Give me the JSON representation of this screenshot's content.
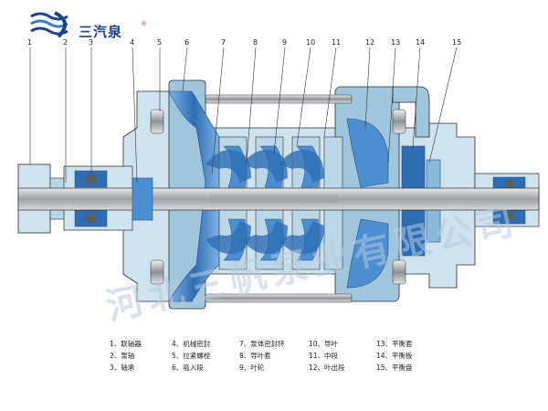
{
  "brand": {
    "name": "三汽泉",
    "registered_mark": "®"
  },
  "callouts": [
    "1",
    "2",
    "3",
    "4",
    "5",
    "6",
    "7",
    "8",
    "9",
    "10",
    "11",
    "12",
    "13",
    "14",
    "15"
  ],
  "legend": [
    {
      "label": "1、联轴器"
    },
    {
      "label": "2、泵轴"
    },
    {
      "label": "3、轴承"
    },
    {
      "label": "4、机械密封"
    },
    {
      "label": "5、拉紧螺栓"
    },
    {
      "label": "6、吸入段"
    },
    {
      "label": "7、泵体密封环"
    },
    {
      "label": "8、导叶套"
    },
    {
      "label": "9、叶轮"
    },
    {
      "label": "10、导叶"
    },
    {
      "label": "11、中段"
    },
    {
      "label": "12、叶出段"
    },
    {
      "label": "13、平衡套"
    },
    {
      "label": "14、平衡板"
    },
    {
      "label": "15、平衡盘"
    }
  ],
  "watermark": "河北三帆泵业有限公司",
  "colors": {
    "casing_light": "#cfe3ee",
    "casing_mid": "#9fc6dc",
    "water_blue": "#4b8fd1",
    "water_dark": "#2e6db4",
    "shaft_gray": "#b9bcc0",
    "steel_dark": "#6f7377",
    "outline": "#2b2b2b",
    "logo_blue": "#1d3f8f"
  }
}
